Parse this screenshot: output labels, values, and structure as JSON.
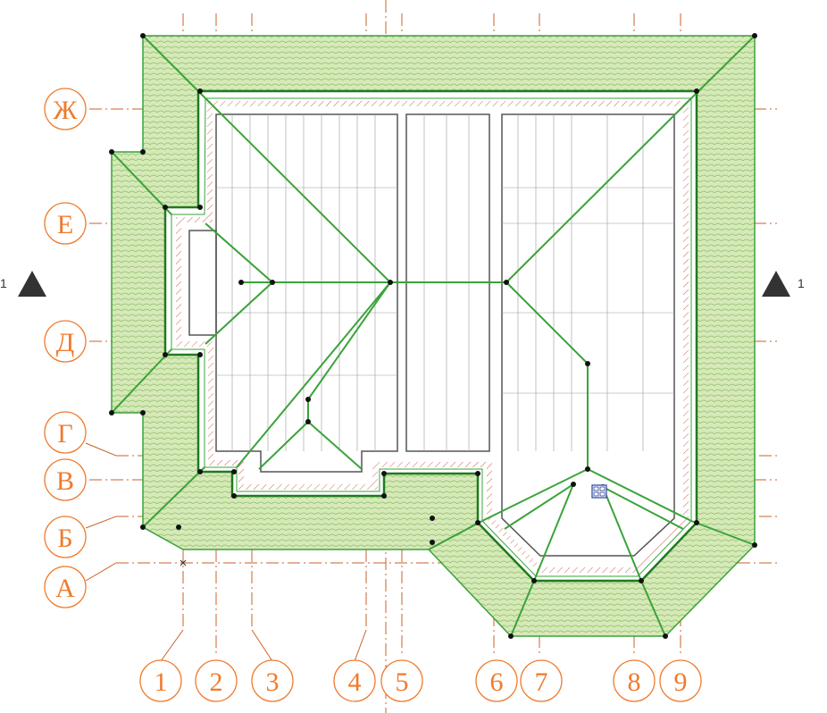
{
  "colors": {
    "roof_fill": "#d6e9b8",
    "roof_line": "#3aa33a",
    "roof_line_dark": "#1f7a1f",
    "axis": "#c8602a",
    "bubble": "#f07a2c",
    "wall_hatch": "#c0392b",
    "inner_line": "#555555",
    "marker": "#333333"
  },
  "row_axes": [
    {
      "label": "Ж"
    },
    {
      "label": "Е"
    },
    {
      "label": "Д"
    },
    {
      "label": "Г"
    },
    {
      "label": "В"
    },
    {
      "label": "Б"
    },
    {
      "label": "А"
    }
  ],
  "column_axes": [
    {
      "label": "1"
    },
    {
      "label": "2"
    },
    {
      "label": "3"
    },
    {
      "label": "4"
    },
    {
      "label": "5"
    },
    {
      "label": "6"
    },
    {
      "label": "7"
    },
    {
      "label": "8"
    },
    {
      "label": "9"
    }
  ],
  "section_markers": {
    "left": {
      "label": "1",
      "icon": "section-triangle-icon"
    },
    "right": {
      "label": "1",
      "icon": "section-triangle-icon"
    }
  }
}
